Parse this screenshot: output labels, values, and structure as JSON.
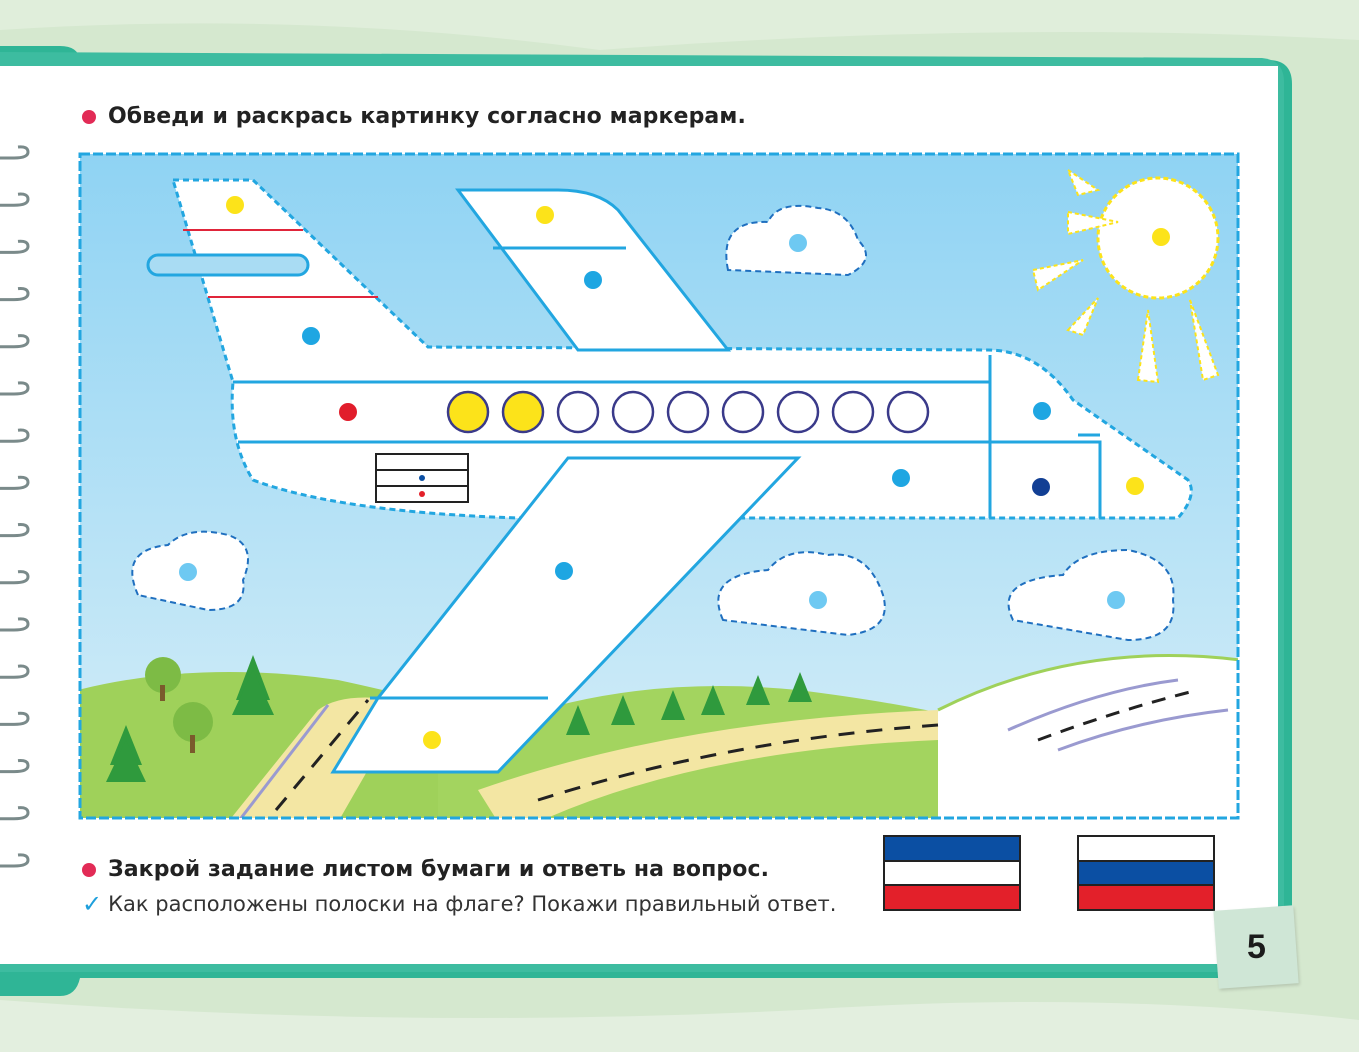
{
  "task1": {
    "text": "Обведи и раскрась картинку согласно маркерам."
  },
  "task2": {
    "text": "Закрой задание листом бумаги и ответь на вопрос.",
    "question": "Как расположены полоски на флаге? Покажи правильный ответ."
  },
  "flags": [
    {
      "name": "flag-option-1",
      "stripes": [
        "#0b4fa3",
        "#ffffff",
        "#e3202a"
      ]
    },
    {
      "name": "flag-option-2",
      "stripes": [
        "#ffffff",
        "#0b4fa3",
        "#e3202a"
      ]
    }
  ],
  "page_number": "5",
  "colors": {
    "frame": "#2fb596",
    "sky": "#a9dcf3",
    "outline": "#22a6e0",
    "marker_yellow": "#fce31a",
    "marker_light_blue": "#6ec9f2",
    "marker_blue": "#1ea6e2",
    "marker_red": "#e11d2b",
    "marker_dark_blue": "#123f94",
    "bullet": "#e22b56"
  },
  "icons": [
    "check-icon",
    "bullet-dot-icon",
    "sun-icon",
    "cloud-icon",
    "tree-icon",
    "airplane-icon"
  ]
}
